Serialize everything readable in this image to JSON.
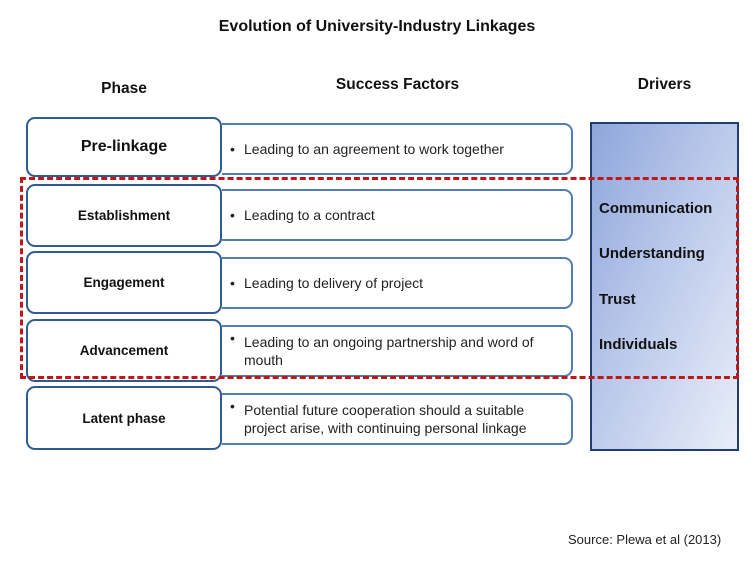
{
  "title": "Evolution of University-Industry Linkages",
  "headers": {
    "phase": "Phase",
    "success_factors": "Success Factors",
    "drivers": "Drivers"
  },
  "rows": [
    {
      "phase": "Pre-linkage",
      "factor_line1": "Leading to an agreement to work together",
      "factor_line2": ""
    },
    {
      "phase": "Establishment",
      "factor_line1": "Leading to a contract",
      "factor_line2": ""
    },
    {
      "phase": "Engagement",
      "factor_line1": "Leading to delivery of project",
      "factor_line2": ""
    },
    {
      "phase": "Advancement",
      "factor_line1": "Leading to an ongoing partnership and word of",
      "factor_line2": "mouth"
    },
    {
      "phase": "Latent phase",
      "factor_line1": "Potential future cooperation should a suitable",
      "factor_line2": "project arise, with continuing personal linkage"
    }
  ],
  "bullet_symbol": "•",
  "drivers": [
    "Communication",
    "Understanding",
    "Trust",
    "Individuals"
  ],
  "source": "Source: Plewa et al  (2013)",
  "colors": {
    "box_border": "#2f5b90",
    "dashed_frame": "#c01818",
    "drivers_fill": "#b9c8ea"
  }
}
